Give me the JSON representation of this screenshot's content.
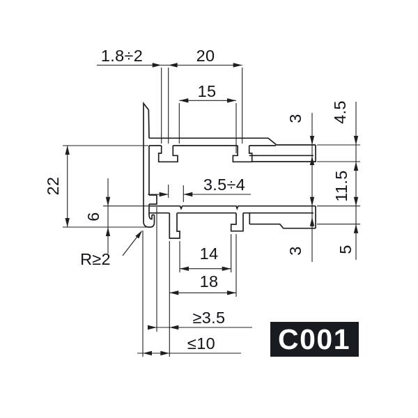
{
  "drawing_code": "C001",
  "colors": {
    "line": "#1f1f1f",
    "text": "#12131a",
    "code_bg": "#181b1f",
    "code_fg": "#ffffff",
    "bg": "#ffffff"
  },
  "dimensions": {
    "top_wall_thickness": "1.8÷2",
    "top_channel_width": "20",
    "top_channel_opening": "15",
    "top_flange_rebate": "3",
    "top_flange_height": "4.5",
    "side_wall_height": "22",
    "upper_glass_gap": "3.5÷4",
    "wall_foot_height": "6",
    "channel_gap": "11.5",
    "foot_radius": "R≥2",
    "bottom_flange_rebate": "3",
    "bottom_flange_height": "5",
    "bottom_channel_opening": "14",
    "bottom_channel_width": "18",
    "lower_glass_gap": "≥3.5",
    "foot_width": "≤10"
  }
}
